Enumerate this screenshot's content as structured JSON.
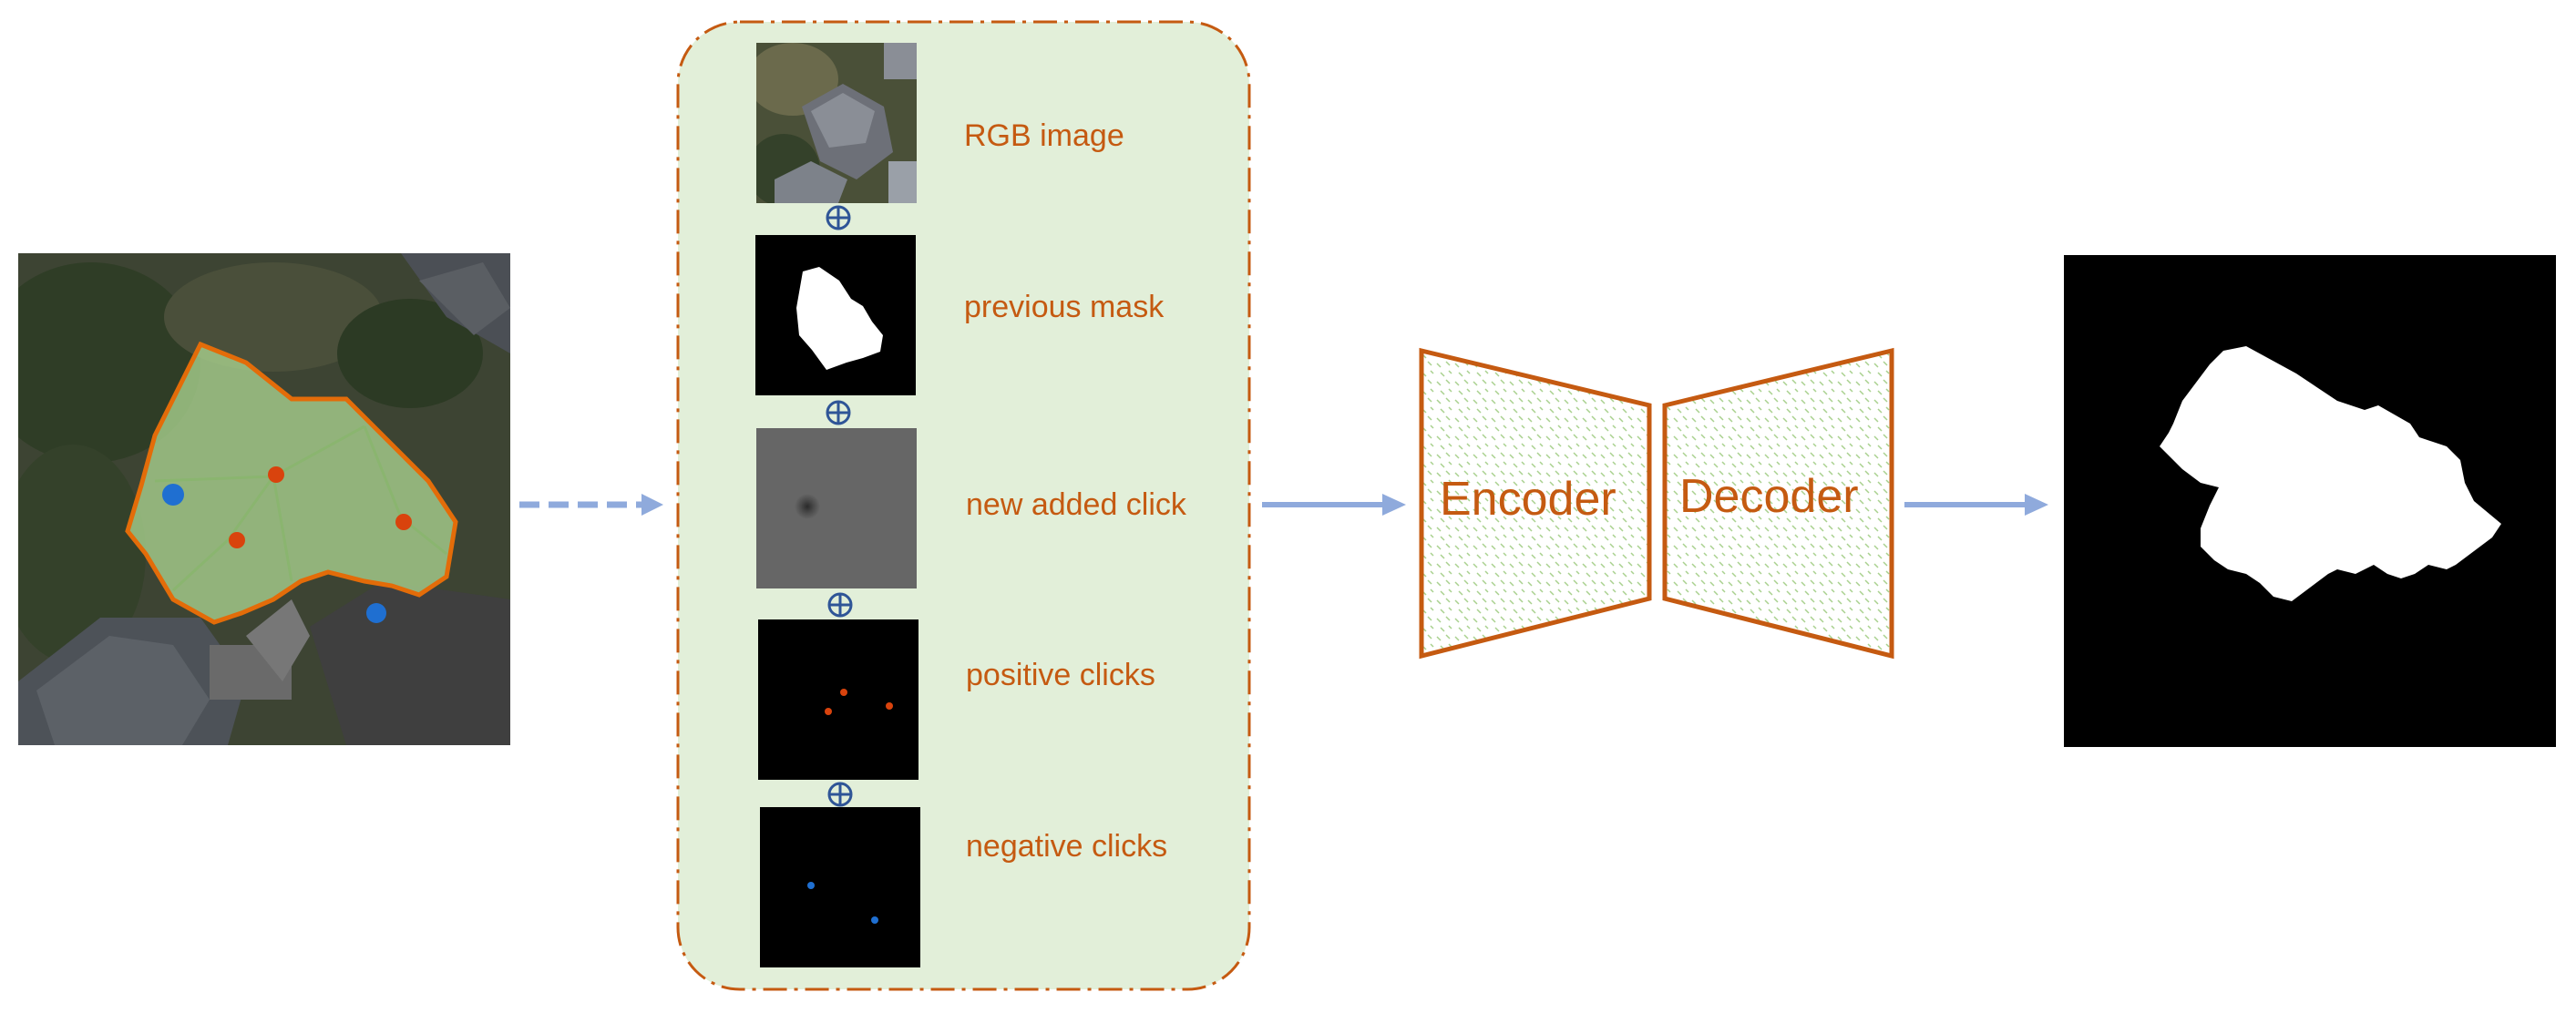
{
  "inputs": [
    {
      "label": "RGB image"
    },
    {
      "label": "previous mask"
    },
    {
      "label": "new added click"
    },
    {
      "label": "positive clicks"
    },
    {
      "label": "negative clicks"
    }
  ],
  "operator_symbol": "⊕",
  "network": {
    "encoder_label": "Encoder",
    "decoder_label": "Decoder"
  },
  "colors": {
    "accent": "#c55a11",
    "panel_fill": "#e2efd9",
    "arrow": "#8faadc",
    "positive_click": "#d9430d",
    "negative_click": "#1f6fd1",
    "oplus": "#2f5597"
  }
}
